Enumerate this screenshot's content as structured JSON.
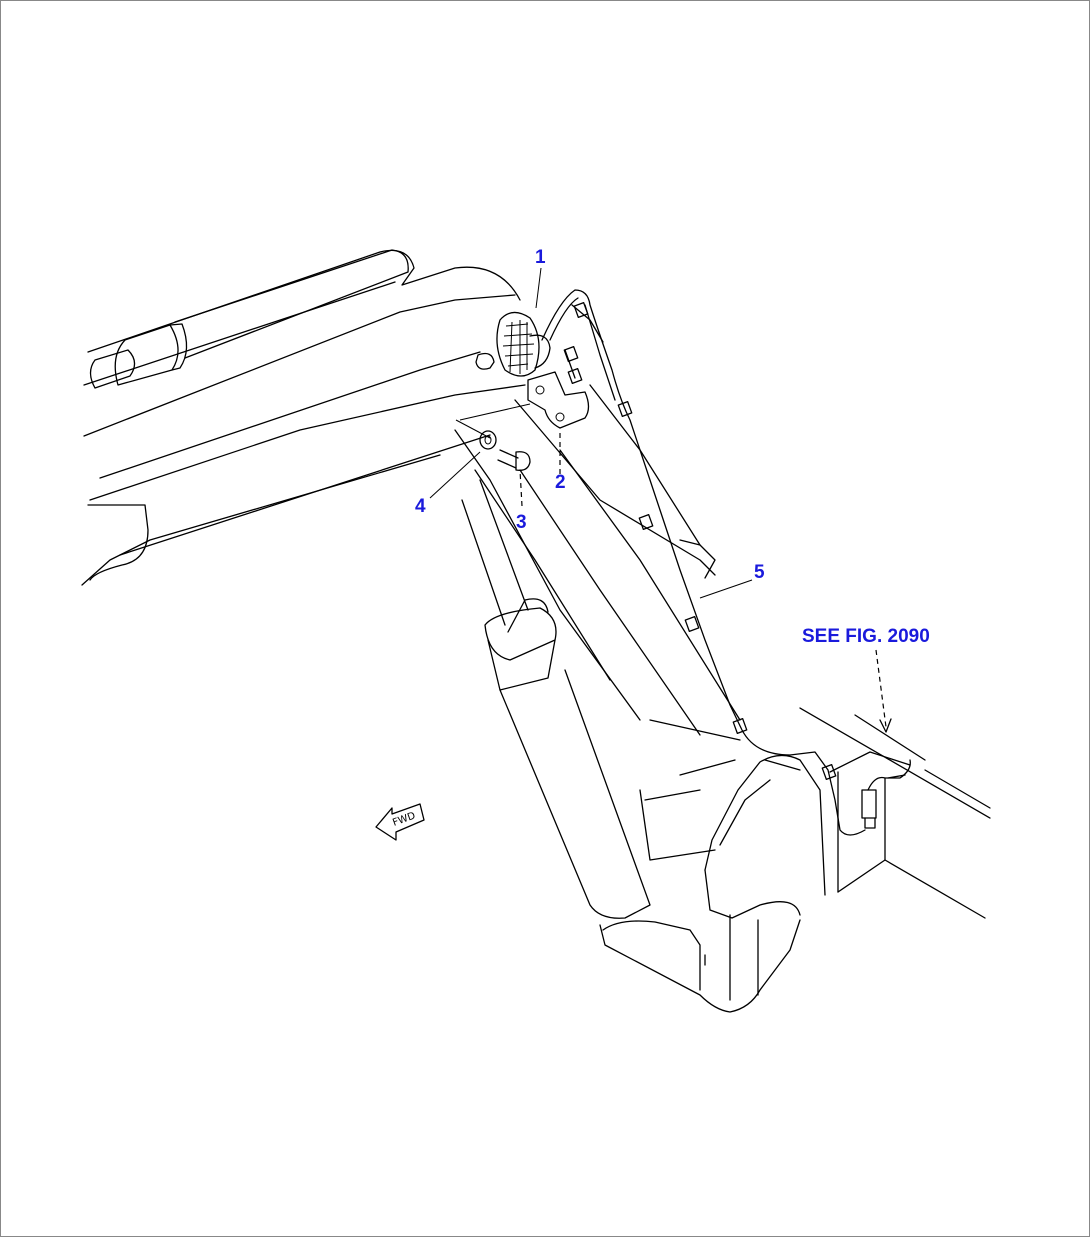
{
  "callouts": {
    "p1": "1",
    "p2": "2",
    "p3": "3",
    "p4": "4",
    "p5": "5"
  },
  "reference_note": "SEE FIG. 2090",
  "forward_marker": "FWD",
  "colors": {
    "callout": "#1a1adc",
    "linework": "#000000",
    "frame": "#888888"
  }
}
